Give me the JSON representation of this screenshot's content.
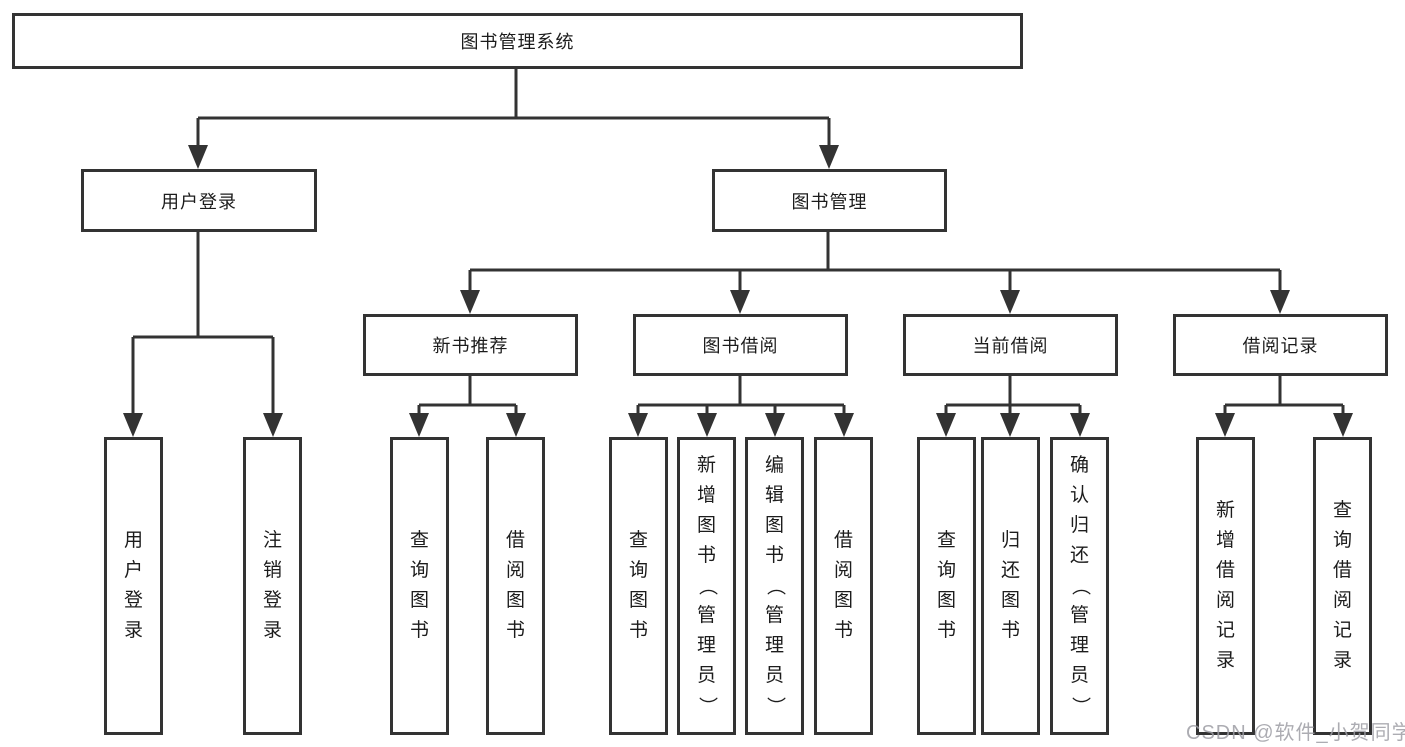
{
  "diagram": {
    "root": {
      "label": "图书管理系统"
    },
    "level2": [
      {
        "label": "用户登录"
      },
      {
        "label": "图书管理"
      }
    ],
    "level3": [
      {
        "label": "新书推荐"
      },
      {
        "label": "图书借阅"
      },
      {
        "label": "当前借阅"
      },
      {
        "label": "借阅记录"
      }
    ],
    "leaves": {
      "user_login": [
        "用户登录",
        "注销登录"
      ],
      "new_book": [
        "查询图书",
        "借阅图书"
      ],
      "book_borrow": [
        "查询图书",
        "新增图书（管理员）",
        "编辑图书（管理员）",
        "借阅图书"
      ],
      "current_borrow": [
        "查询图书",
        "归还图书",
        "确认归还（管理员）"
      ],
      "borrow_record": [
        "新增借阅记录",
        "查询借阅记录"
      ]
    }
  },
  "watermark": {
    "text": "CSDN @软件_小贺同学"
  },
  "colors": {
    "line": "#333333",
    "box_border": "#333333",
    "box_fill": "#ffffff",
    "text": "#1c1c1c",
    "watermark": "#9e9ea4"
  }
}
